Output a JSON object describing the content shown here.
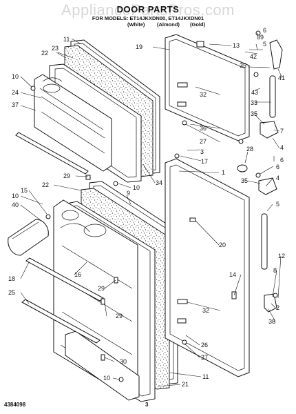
{
  "header": {
    "watermark": "AppliancePartsPros.com",
    "title": "DOOR PARTS",
    "models": "FOR MODELS: ET14JKXDN00, ET14JKXDN01",
    "variants": [
      "(White)",
      "(Almond)",
      "(Gold)"
    ]
  },
  "footer": {
    "doc_number": "4384098",
    "page": "3"
  },
  "callouts": [
    {
      "id": "c11a",
      "text": "11"
    },
    {
      "id": "c23",
      "text": "23"
    },
    {
      "id": "c22a",
      "text": "22"
    },
    {
      "id": "c10a",
      "text": "10"
    },
    {
      "id": "c24",
      "text": "24"
    },
    {
      "id": "c37",
      "text": "37"
    },
    {
      "id": "c19",
      "text": "19"
    },
    {
      "id": "c13",
      "text": "13"
    },
    {
      "id": "c6a",
      "text": "6"
    },
    {
      "id": "c39",
      "text": "39"
    },
    {
      "id": "c5a",
      "text": "5"
    },
    {
      "id": "c42",
      "text": "42"
    },
    {
      "id": "c35a",
      "text": "35"
    },
    {
      "id": "c41",
      "text": "41"
    },
    {
      "id": "c32a",
      "text": "32"
    },
    {
      "id": "c43",
      "text": "43"
    },
    {
      "id": "c33",
      "text": "33"
    },
    {
      "id": "c36",
      "text": "36"
    },
    {
      "id": "c35b",
      "text": "35"
    },
    {
      "id": "c27a",
      "text": "27"
    },
    {
      "id": "c7",
      "text": "7"
    },
    {
      "id": "c4a",
      "text": "4"
    },
    {
      "id": "c6b",
      "text": "6"
    },
    {
      "id": "c3",
      "text": "3"
    },
    {
      "id": "c17",
      "text": "17"
    },
    {
      "id": "c28",
      "text": "28"
    },
    {
      "id": "c1",
      "text": "1"
    },
    {
      "id": "c34",
      "text": "34"
    },
    {
      "id": "c10b",
      "text": "10"
    },
    {
      "id": "c29a",
      "text": "29"
    },
    {
      "id": "c6c",
      "text": "6"
    },
    {
      "id": "c35c",
      "text": "35"
    },
    {
      "id": "c4b",
      "text": "4"
    },
    {
      "id": "c22b",
      "text": "22"
    },
    {
      "id": "c9",
      "text": "9"
    },
    {
      "id": "c15",
      "text": "15"
    },
    {
      "id": "c10c",
      "text": "10"
    },
    {
      "id": "c40",
      "text": "40"
    },
    {
      "id": "c5b",
      "text": "5"
    },
    {
      "id": "c20",
      "text": "20"
    },
    {
      "id": "c16",
      "text": "16"
    },
    {
      "id": "c18",
      "text": "18"
    },
    {
      "id": "c29b",
      "text": "29"
    },
    {
      "id": "c25",
      "text": "25"
    },
    {
      "id": "c14",
      "text": "14"
    },
    {
      "id": "c12",
      "text": "12"
    },
    {
      "id": "c8",
      "text": "8"
    },
    {
      "id": "c29c",
      "text": "29"
    },
    {
      "id": "c32b",
      "text": "32"
    },
    {
      "id": "c2",
      "text": "2"
    },
    {
      "id": "c38",
      "text": "38"
    },
    {
      "id": "c26",
      "text": "26"
    },
    {
      "id": "c27b",
      "text": "27"
    },
    {
      "id": "c30",
      "text": "30"
    },
    {
      "id": "c11b",
      "text": "11"
    },
    {
      "id": "c10d",
      "text": "10"
    },
    {
      "id": "c21",
      "text": "21"
    }
  ]
}
